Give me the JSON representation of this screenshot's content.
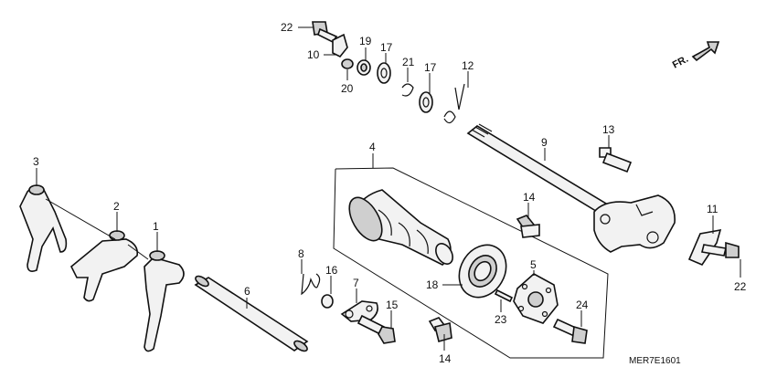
{
  "diagram": {
    "direction_label": "FR.",
    "drawing_code": "MER7E1601",
    "callouts": {
      "c1": "1",
      "c2": "2",
      "c3": "3",
      "c4": "4",
      "c5": "5",
      "c6": "6",
      "c7": "7",
      "c8": "8",
      "c9": "9",
      "c10": "10",
      "c11": "11",
      "c12": "12",
      "c13": "13",
      "c14a": "14",
      "c14b": "14",
      "c15": "15",
      "c16": "16",
      "c17a": "17",
      "c17b": "17",
      "c18": "18",
      "c19": "19",
      "c20": "20",
      "c21": "21",
      "c22a": "22",
      "c22b": "22",
      "c23": "23",
      "c24": "24"
    }
  }
}
